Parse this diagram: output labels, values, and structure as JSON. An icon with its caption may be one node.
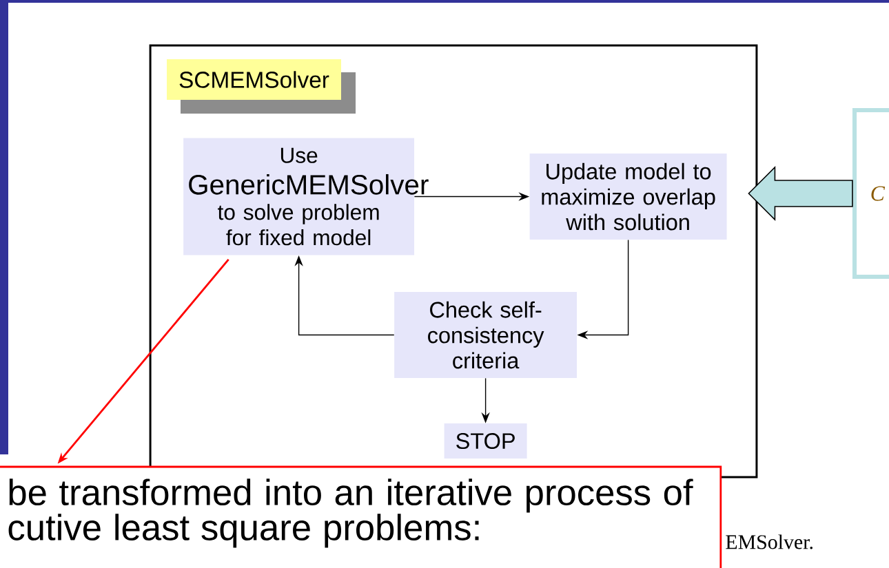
{
  "diagram": {
    "nodes": [
      {
        "text": [
          "SCMEMSolver"
        ]
      },
      {
        "text": [
          "Use",
          "GenericMEMSolver",
          "to solve problem for fixed model"
        ],
        "in": 0
      },
      {
        "text": [
          "Update model to maximize overlap with solution"
        ],
        "in": 0
      },
      {
        "text": [
          "Check self-consistency criteria"
        ],
        "in": 0
      },
      {
        "text": [
          "STOP"
        ],
        "in": 0
      },
      {
        "text": [
          "C"
        ]
      },
      {
        "text": [
          "be transformed into an iterative process of cutive least square problems:"
        ]
      }
    ],
    "edges": [
      {
        "from": 1,
        "to": 2,
        "arrow": "to"
      },
      {
        "from": 2,
        "to": 3,
        "arrow": "to"
      },
      {
        "from": 3,
        "to": 1,
        "arrow": "to"
      },
      {
        "from": 3,
        "to": 4,
        "arrow": "to"
      },
      {
        "from": 5,
        "to": 0,
        "arrow": "to",
        "style": "thick",
        "color": "#b9e1e3"
      },
      {
        "from": 1,
        "to": 6,
        "arrow": "to",
        "color": "#ff0000"
      }
    ],
    "labels": [
      "EMSolver."
    ]
  }
}
